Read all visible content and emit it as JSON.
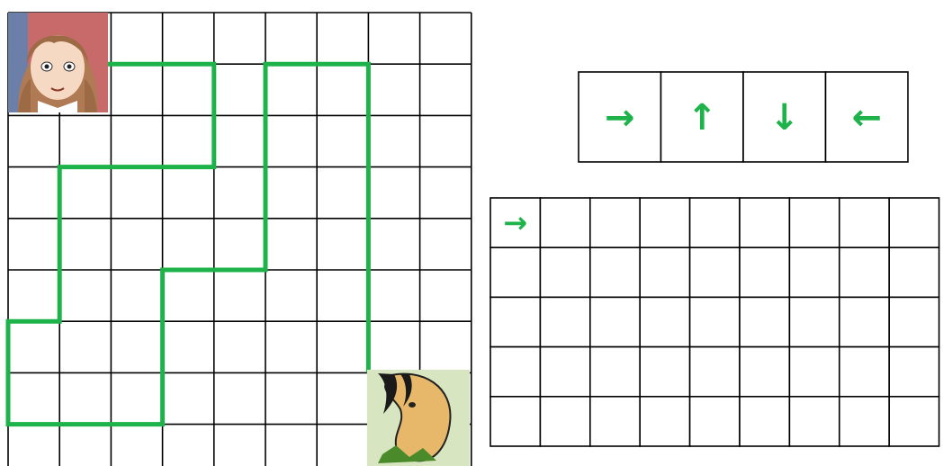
{
  "maze": {
    "cols": 9,
    "rows": 9,
    "start": {
      "label": "girl",
      "col": 0,
      "row": 0
    },
    "goal": {
      "label": "horse",
      "col": 7,
      "row": 7
    },
    "path_cells": [
      [
        1,
        1
      ],
      [
        2,
        1
      ],
      [
        3,
        1
      ],
      [
        4,
        1
      ],
      [
        4,
        2
      ],
      [
        4,
        3
      ],
      [
        3,
        3
      ],
      [
        2,
        3
      ],
      [
        1,
        3
      ],
      [
        1,
        4
      ],
      [
        1,
        5
      ],
      [
        1,
        6
      ],
      [
        0,
        6
      ],
      [
        0,
        7
      ],
      [
        0,
        8
      ],
      [
        1,
        8
      ],
      [
        2,
        8
      ],
      [
        3,
        8
      ],
      [
        3,
        7
      ],
      [
        3,
        6
      ],
      [
        3,
        5
      ],
      [
        4,
        5
      ],
      [
        5,
        5
      ],
      [
        5,
        4
      ],
      [
        5,
        3
      ],
      [
        5,
        2
      ],
      [
        5,
        1
      ],
      [
        6,
        1
      ],
      [
        7,
        1
      ],
      [
        7,
        2
      ],
      [
        7,
        3
      ],
      [
        7,
        4
      ],
      [
        7,
        5
      ],
      [
        7,
        6
      ],
      [
        7,
        7
      ]
    ]
  },
  "legend": {
    "arrows": [
      {
        "name": "right",
        "symbol": "→"
      },
      {
        "name": "up",
        "symbol": "↑"
      },
      {
        "name": "down",
        "symbol": "↓"
      },
      {
        "name": "left",
        "symbol": "←"
      }
    ]
  },
  "answer_grid": {
    "rows": 5,
    "cols": 9,
    "cells": [
      [
        "→",
        "",
        "",
        "",
        "",
        "",
        "",
        "",
        ""
      ],
      [
        "",
        "",
        "",
        "",
        "",
        "",
        "",
        "",
        ""
      ],
      [
        "",
        "",
        "",
        "",
        "",
        "",
        "",
        "",
        ""
      ],
      [
        "",
        "",
        "",
        "",
        "",
        "",
        "",
        "",
        ""
      ],
      [
        "",
        "",
        "",
        "",
        "",
        "",
        "",
        "",
        ""
      ]
    ]
  },
  "colors": {
    "path": "#1db34a",
    "grid": "#000000"
  }
}
